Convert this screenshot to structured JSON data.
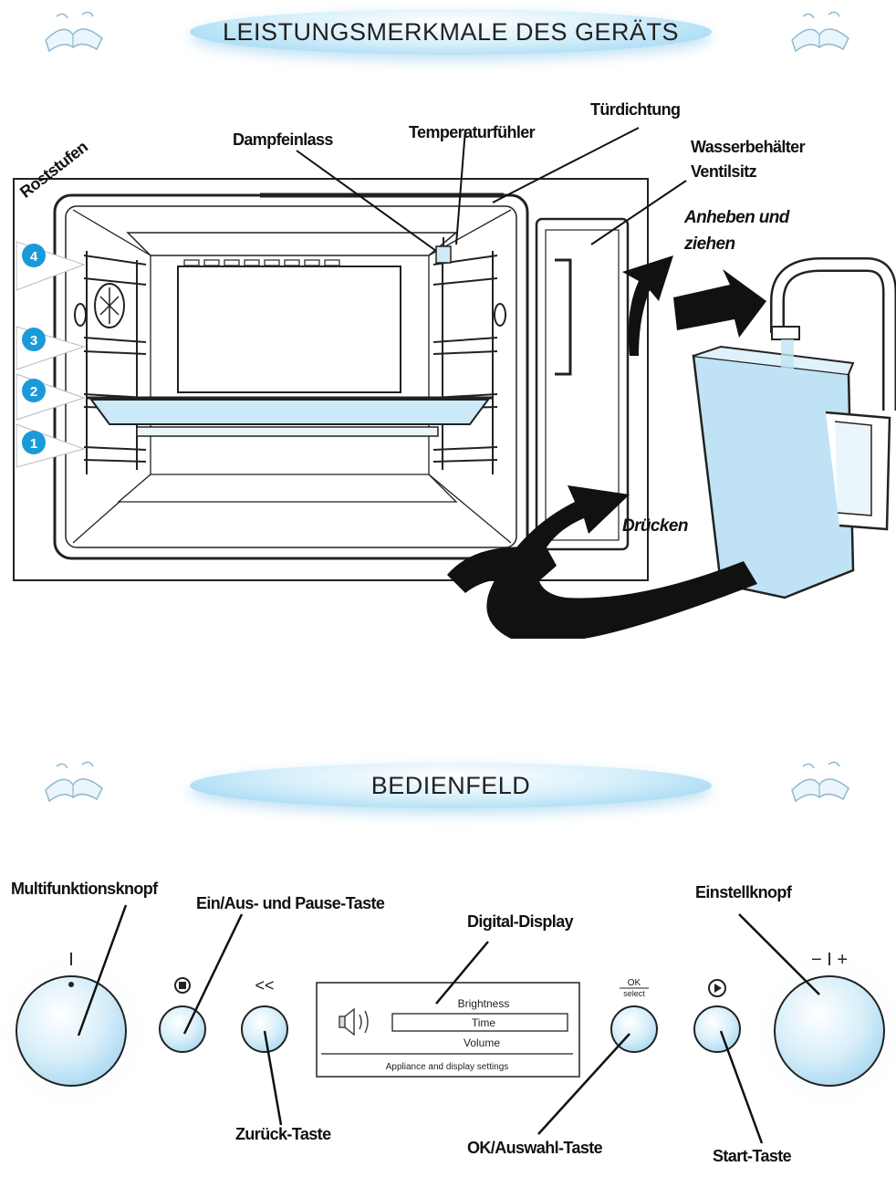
{
  "section1": {
    "title": "LEISTUNGSMERKMALE DES GERÄTS",
    "labels": {
      "roststufen": "Roststufen",
      "dampfeinlass": "Dampfeinlass",
      "temperaturfuehler": "Temperaturfühler",
      "tuerdichtung": "Türdichtung",
      "wasserbehaelter": "Wasserbehälter",
      "ventilsitz": "Ventilsitz",
      "anheben_line1": "Anheben und",
      "anheben_line2": "ziehen",
      "druecken": "Drücken"
    },
    "levels": [
      "4",
      "3",
      "2",
      "1"
    ]
  },
  "section2": {
    "title": "BEDIENFELD",
    "labels": {
      "multifunktionsknopf": "Multifunktionsknopf",
      "einaus": "Ein/Aus- und Pause-Taste",
      "digital_display": "Digital-Display",
      "einstellknopf": "Einstellknopf",
      "zurueck": "Zurück-Taste",
      "ok_auswahl": "OK/Auswahl-Taste",
      "start": "Start-Taste"
    },
    "symbols": {
      "knob_mark": "I",
      "back": "<<",
      "ok_top": "OK",
      "ok_bottom": "select",
      "adjust": "− I +"
    },
    "display": {
      "menu_items": [
        "Brightness",
        "Time",
        "Volume"
      ],
      "selected": "Time",
      "footer": "Appliance and display settings"
    }
  },
  "colors": {
    "banner": "#a9dcf4",
    "button_fill": "#cfeaf8",
    "level_marker": "#1a9ad8",
    "water": "#bfe3f5"
  }
}
